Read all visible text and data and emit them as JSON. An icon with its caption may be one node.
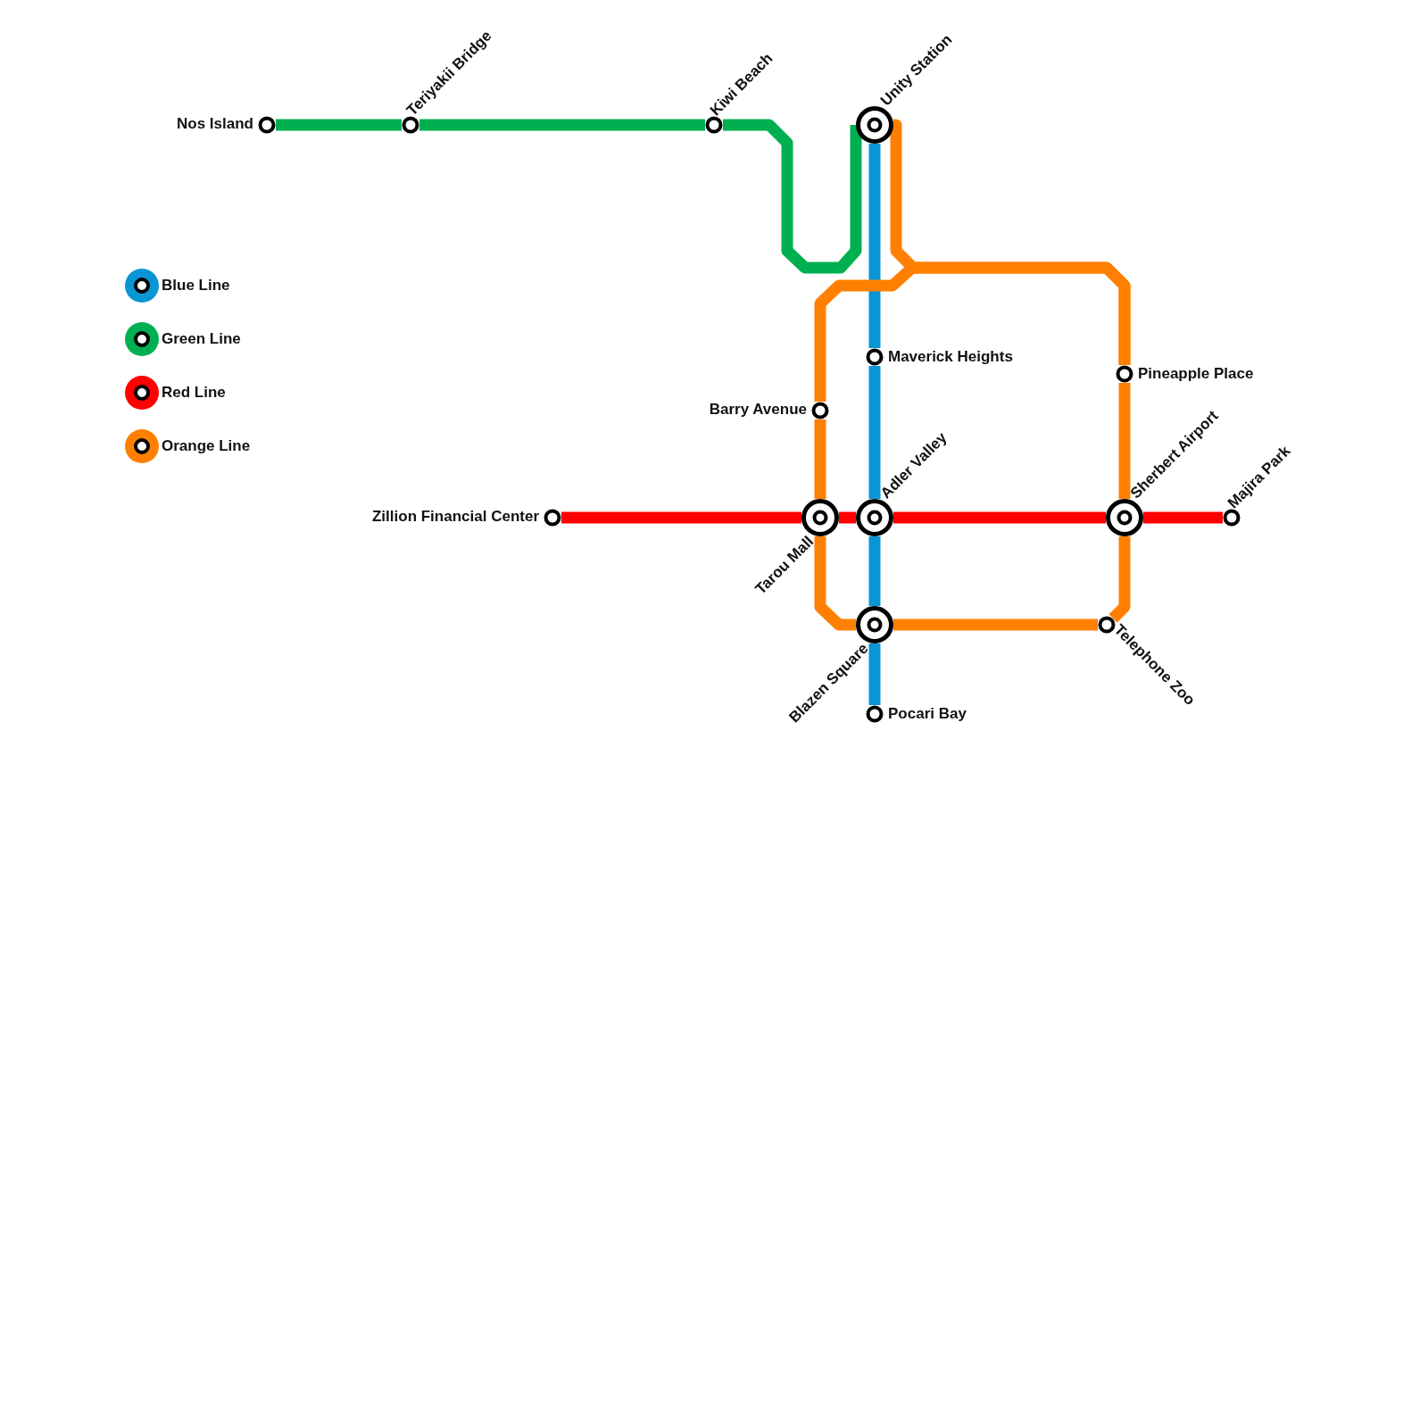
{
  "diagram": {
    "nodes": [
      {
        "text": [
          "Nos Island"
        ]
      },
      {
        "text": [
          "Teriyakii Bridge"
        ]
      },
      {
        "text": [
          "Kiwi Beach"
        ]
      },
      {
        "text": [
          "Unity Station"
        ]
      },
      {
        "text": [
          "Maverick Heights"
        ]
      },
      {
        "text": [
          "Pineapple Place"
        ]
      },
      {
        "text": [
          "Barry Avenue"
        ]
      },
      {
        "text": [
          "Zillion Financial Center"
        ]
      },
      {
        "text": [
          "Tarou Mall"
        ]
      },
      {
        "text": [
          "Adler Valley"
        ]
      },
      {
        "text": [
          "Sherbert Airport"
        ]
      },
      {
        "text": [
          "Majira Park"
        ]
      },
      {
        "text": [
          "Telephone Zoo"
        ]
      },
      {
        "text": [
          "Blazen Square"
        ]
      },
      {
        "text": [
          "Pocari Bay"
        ]
      }
    ],
    "edges": [
      {
        "from": 0,
        "to": 1,
        "arrow": "none",
        "color": "#00b050"
      },
      {
        "from": 1,
        "to": 2,
        "arrow": "none",
        "color": "#00b050"
      },
      {
        "from": 2,
        "to": 3,
        "arrow": "none",
        "color": "#00b050"
      },
      {
        "from": 3,
        "to": 4,
        "arrow": "none",
        "color": "#0a95d5"
      },
      {
        "from": 4,
        "to": 9,
        "arrow": "none",
        "color": "#0a95d5"
      },
      {
        "from": 9,
        "to": 13,
        "arrow": "none",
        "color": "#0a95d5"
      },
      {
        "from": 13,
        "to": 14,
        "arrow": "none",
        "color": "#0a95d5"
      },
      {
        "from": 7,
        "to": 8,
        "arrow": "none",
        "color": "#ff0000"
      },
      {
        "from": 8,
        "to": 9,
        "arrow": "none",
        "color": "#ff0000"
      },
      {
        "from": 9,
        "to": 10,
        "arrow": "none",
        "color": "#ff0000"
      },
      {
        "from": 10,
        "to": 11,
        "arrow": "none",
        "color": "#ff0000"
      },
      {
        "from": 3,
        "to": 5,
        "arrow": "none"
      },
      {
        "from": 5,
        "to": 10,
        "arrow": "none"
      },
      {
        "from": 10,
        "to": 12,
        "arrow": "none"
      },
      {
        "from": 12,
        "to": 13,
        "arrow": "none"
      },
      {
        "from": 13,
        "to": 8,
        "arrow": "none"
      },
      {
        "from": 8,
        "to": 6,
        "arrow": "none"
      },
      {
        "from": 6,
        "to": 5,
        "arrow": "none"
      }
    ],
    "legend": [
      {
        "text": "Blue Line",
        "color": "#0a95d5"
      },
      {
        "text": "Green Line",
        "color": "#00b050"
      },
      {
        "text": "Red Line",
        "color": "#ff0000"
      },
      {
        "text": "Orange Line",
        "color": "#ff8000"
      }
    ]
  }
}
